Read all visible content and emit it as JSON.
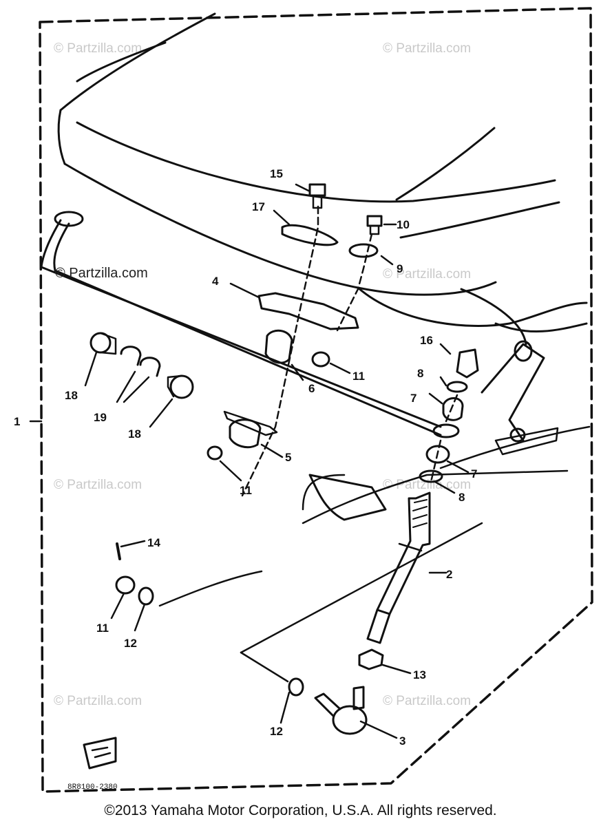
{
  "watermark_text": "© Partzilla.com",
  "brand_label": "© Partzilla.com",
  "copyright": "©2013  Yamaha Motor Corporation, U.S.A. All rights reserved.",
  "diagram_code": "8R8100-2380",
  "callouts": {
    "c1": "1",
    "c2": "2",
    "c3": "3",
    "c4": "4",
    "c5": "5",
    "c6": "6",
    "c7a": "7",
    "c7b": "7",
    "c8a": "8",
    "c8b": "8",
    "c9": "9",
    "c10": "10",
    "c11a": "11",
    "c11b": "11",
    "c11c": "11",
    "c12a": "12",
    "c12b": "12",
    "c13": "13",
    "c14": "14",
    "c15": "15",
    "c16": "16",
    "c17": "17",
    "c18a": "18",
    "c18b": "18",
    "c19": "19"
  }
}
